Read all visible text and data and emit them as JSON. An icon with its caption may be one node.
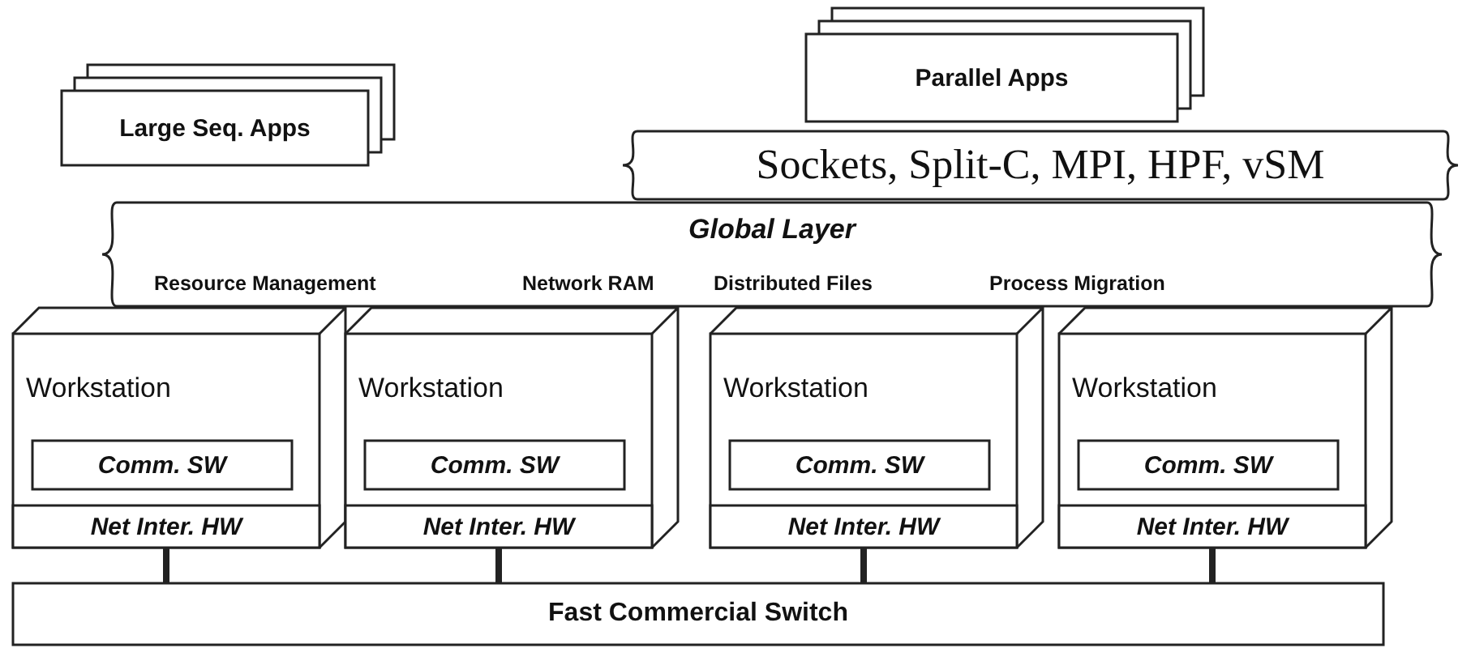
{
  "diagram": {
    "nodes": [
      {
        "text": [
          "Parallel Apps"
        ]
      },
      {
        "text": [
          "Large Seq. Apps"
        ]
      },
      {
        "text": [
          "Sockets, Split-C, MPI, HPF, vSM"
        ]
      },
      {
        "text": [
          "Global Layer",
          "Resource Management",
          "Network RAM",
          "Distributed Files",
          "Process Migration"
        ]
      },
      {
        "text": [
          "Workstation"
        ]
      },
      {
        "text": [
          "Comm. SW"
        ],
        "in": 4
      },
      {
        "text": [
          "Net Inter. HW"
        ],
        "in": 4
      },
      {
        "text": [
          "Workstation"
        ]
      },
      {
        "text": [
          "Comm. SW"
        ],
        "in": 7
      },
      {
        "text": [
          "Net Inter. HW"
        ],
        "in": 7
      },
      {
        "text": [
          "Workstation"
        ]
      },
      {
        "text": [
          "Comm. SW"
        ],
        "in": 10
      },
      {
        "text": [
          "Net Inter. HW"
        ],
        "in": 10
      },
      {
        "text": [
          "Workstation"
        ]
      },
      {
        "text": [
          "Comm. SW"
        ],
        "in": 13
      },
      {
        "text": [
          "Net Inter. HW"
        ],
        "in": 13
      },
      {
        "text": [
          "Fast Commercial Switch"
        ]
      }
    ],
    "edges": [
      {
        "from": 6,
        "to": 16,
        "arrow": "none"
      },
      {
        "from": 9,
        "to": 16,
        "arrow": "none"
      },
      {
        "from": 12,
        "to": 16,
        "arrow": "none"
      },
      {
        "from": 15,
        "to": 16,
        "arrow": "none"
      }
    ]
  }
}
